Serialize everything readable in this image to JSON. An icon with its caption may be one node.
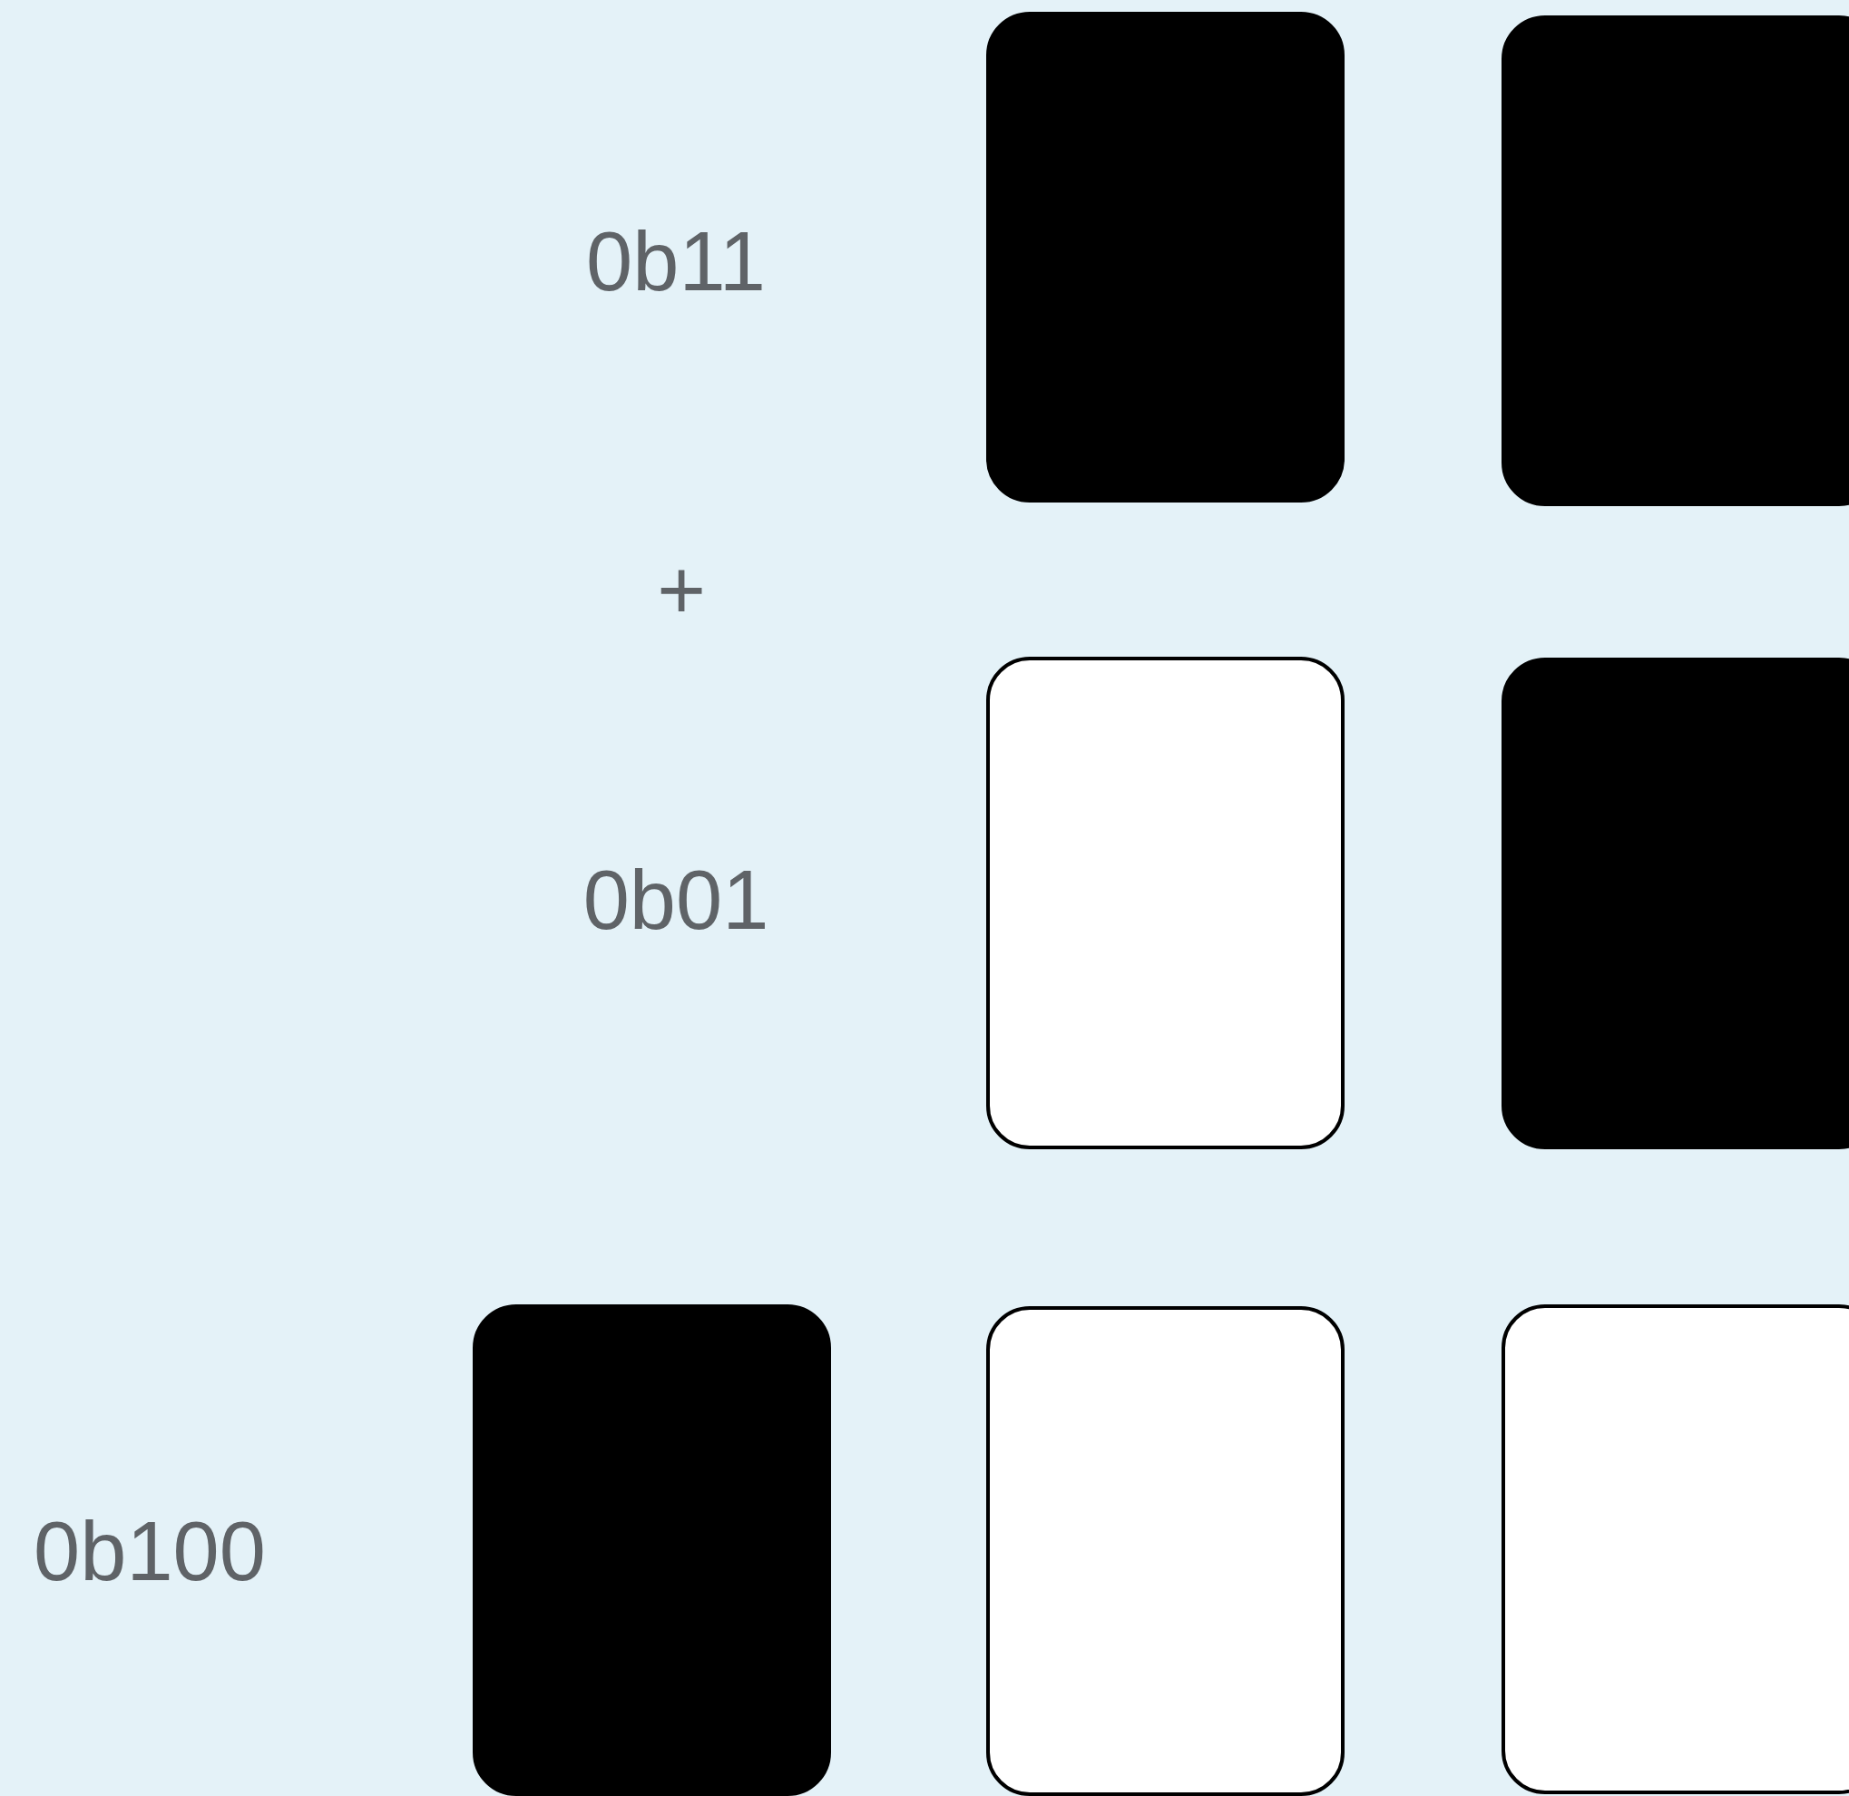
{
  "diagram": {
    "nodes": [
      {
        "text": [],
        "shape": "box"
      },
      {
        "text": [],
        "shape": "box"
      },
      {
        "text": [],
        "shape": "box"
      },
      {
        "text": [],
        "shape": "box"
      },
      {
        "text": [],
        "shape": "box"
      },
      {
        "text": [],
        "shape": "box"
      },
      {
        "text": [],
        "shape": "box"
      }
    ],
    "labels": [
      "0b11",
      "+",
      "0b01",
      "0b100"
    ]
  }
}
